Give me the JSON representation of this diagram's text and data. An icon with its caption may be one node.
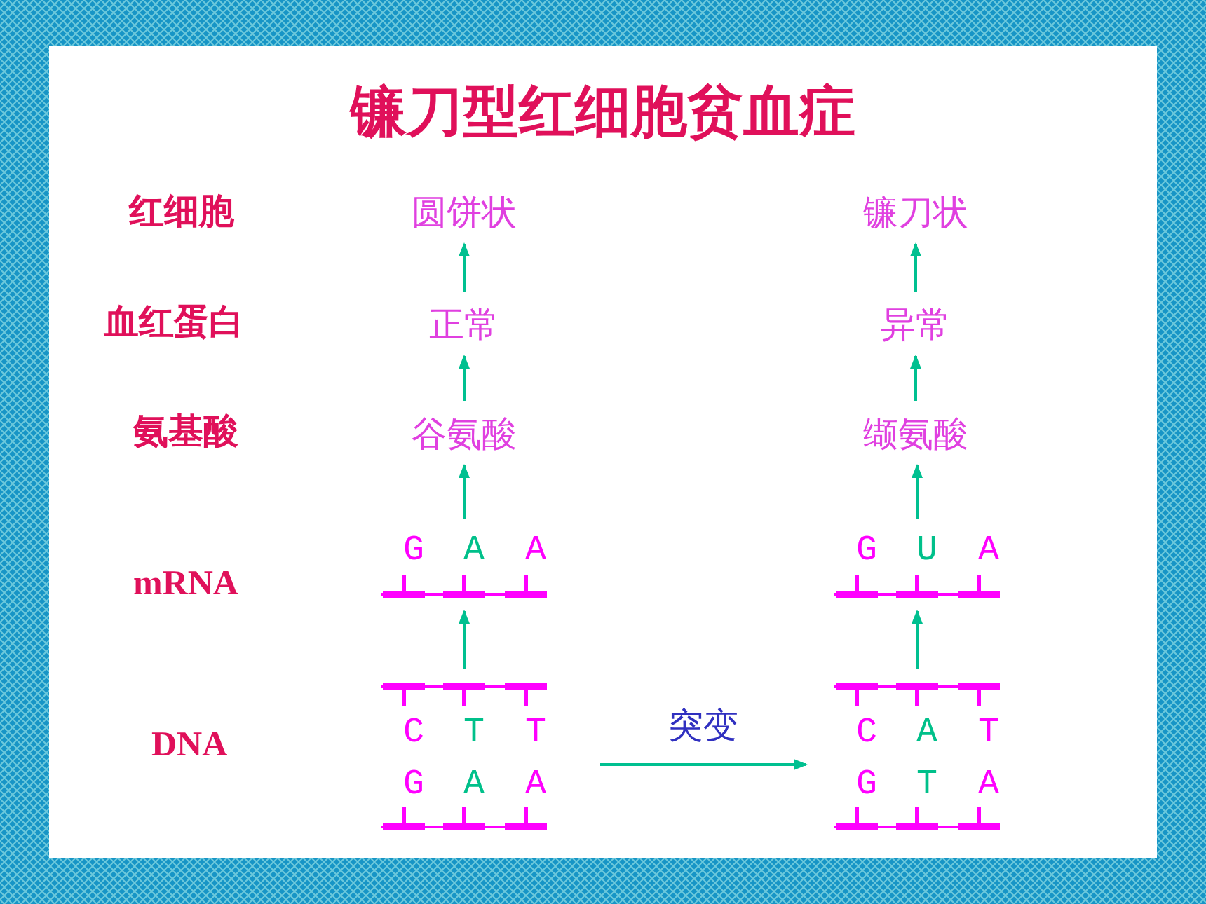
{
  "diagram": {
    "title": "镰刀型红细胞贫血症",
    "nodes": [
      {
        "text": [
          "圆饼状"
        ]
      },
      {
        "text": [
          "镰刀状"
        ]
      },
      {
        "text": [
          "正常"
        ]
      },
      {
        "text": [
          "异常"
        ]
      },
      {
        "text": [
          "谷氨酸"
        ]
      },
      {
        "text": [
          "缬氨酸"
        ]
      },
      {
        "text": [
          "G",
          "A",
          "A"
        ]
      },
      {
        "text": [
          "G",
          "U",
          "A"
        ]
      },
      {
        "text": [
          "C",
          "T",
          "T",
          "G",
          "A",
          "A"
        ]
      },
      {
        "text": [
          "C",
          "A",
          "T",
          "G",
          "T",
          "A"
        ]
      }
    ],
    "edges": [
      {
        "from": 2,
        "to": 0,
        "arrow": "to"
      },
      {
        "from": 3,
        "to": 1,
        "arrow": "to"
      },
      {
        "from": 4,
        "to": 2,
        "arrow": "to"
      },
      {
        "from": 5,
        "to": 3,
        "arrow": "to"
      },
      {
        "from": 6,
        "to": 4,
        "arrow": "to"
      },
      {
        "from": 7,
        "to": 5,
        "arrow": "to"
      },
      {
        "from": 8,
        "to": 6,
        "arrow": "to"
      },
      {
        "from": 9,
        "to": 7,
        "arrow": "to"
      },
      {
        "from": 8,
        "to": 9,
        "arrow": "to",
        "label": "突变"
      }
    ],
    "labels": [
      "红细胞",
      "血红蛋白",
      "氨基酸",
      "mRNA",
      "DNA"
    ]
  }
}
